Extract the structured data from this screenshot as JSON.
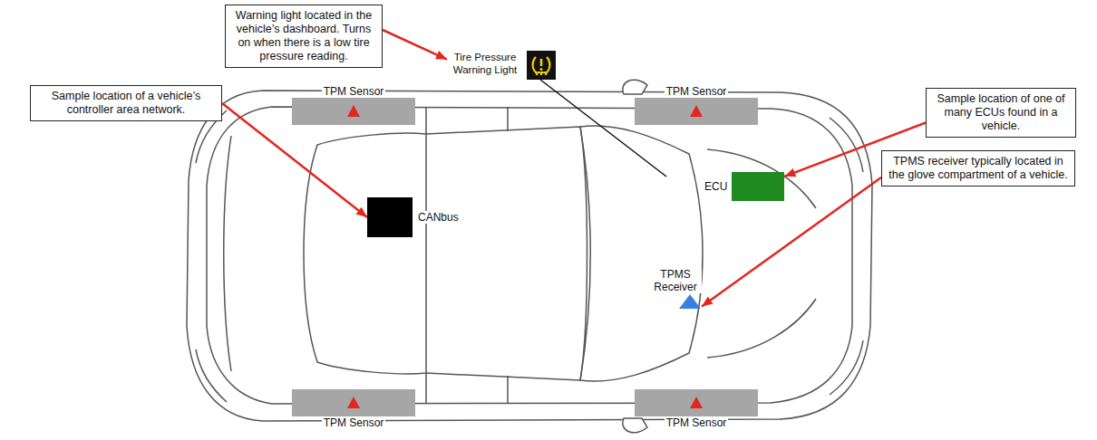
{
  "diagram": {
    "nodes": [
      {
        "text": [
          "Warning light located in the vehicle’s dashboard. Turns on when there is a low tire pressure reading."
        ]
      },
      {
        "text": [
          "Tire Pressure Warning Light"
        ]
      },
      {
        "text": [
          "Sample location of a vehicle’s controller area network."
        ]
      },
      {
        "text": [
          "TPM Sensor"
        ]
      },
      {
        "text": [
          "TPM Sensor"
        ]
      },
      {
        "text": [
          "Sample location of one of many ECUs found in a vehicle."
        ]
      },
      {
        "text": [
          "CANbus"
        ]
      },
      {
        "text": [
          "ECU"
        ]
      },
      {
        "text": [
          "TPMS receiver typically located in the glove compartment of a vehicle."
        ]
      },
      {
        "text": [
          "TPMS Receiver"
        ]
      },
      {
        "text": [
          "TPM Sensor"
        ]
      },
      {
        "text": [
          "TPM Sensor"
        ]
      }
    ],
    "edges": [
      {
        "from": 0,
        "to": 1,
        "arrow": "to"
      },
      {
        "from": 2,
        "to": 6,
        "arrow": "to"
      },
      {
        "from": 5,
        "to": 7,
        "arrow": "to"
      },
      {
        "from": 8,
        "to": 9,
        "arrow": "to"
      }
    ]
  }
}
